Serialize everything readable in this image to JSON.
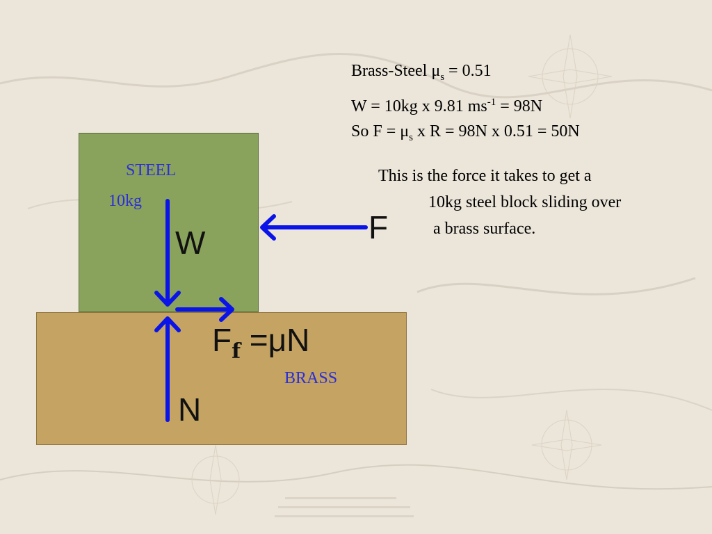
{
  "blocks": {
    "steel": {
      "name": "STEEL",
      "mass": "10kg",
      "color": "#8aa35c"
    },
    "brass": {
      "name": "BRASS",
      "color": "#c4a363"
    }
  },
  "force_labels": {
    "weight": "W",
    "applied": "F",
    "friction_symbol": "F",
    "friction_subscript": "f",
    "friction_equation": " =μN",
    "normal": "N"
  },
  "arrow_color": "#0a14e8",
  "calc": {
    "line1_a": "Brass-Steel μ",
    "line1_sub": "s",
    "line1_b": " = 0.51",
    "line2_a": "W = 10kg x 9.81 ms",
    "line2_sup": "-1",
    "line2_b": " = 98N",
    "line3_a": "So F = μ",
    "line3_sub": "s",
    "line3_b": " x R = 98N x 0.51 =  50N"
  },
  "explanation": {
    "line1": "This is the force it takes to get a",
    "line2": "10kg steel block sliding over",
    "line3": "a brass surface."
  }
}
